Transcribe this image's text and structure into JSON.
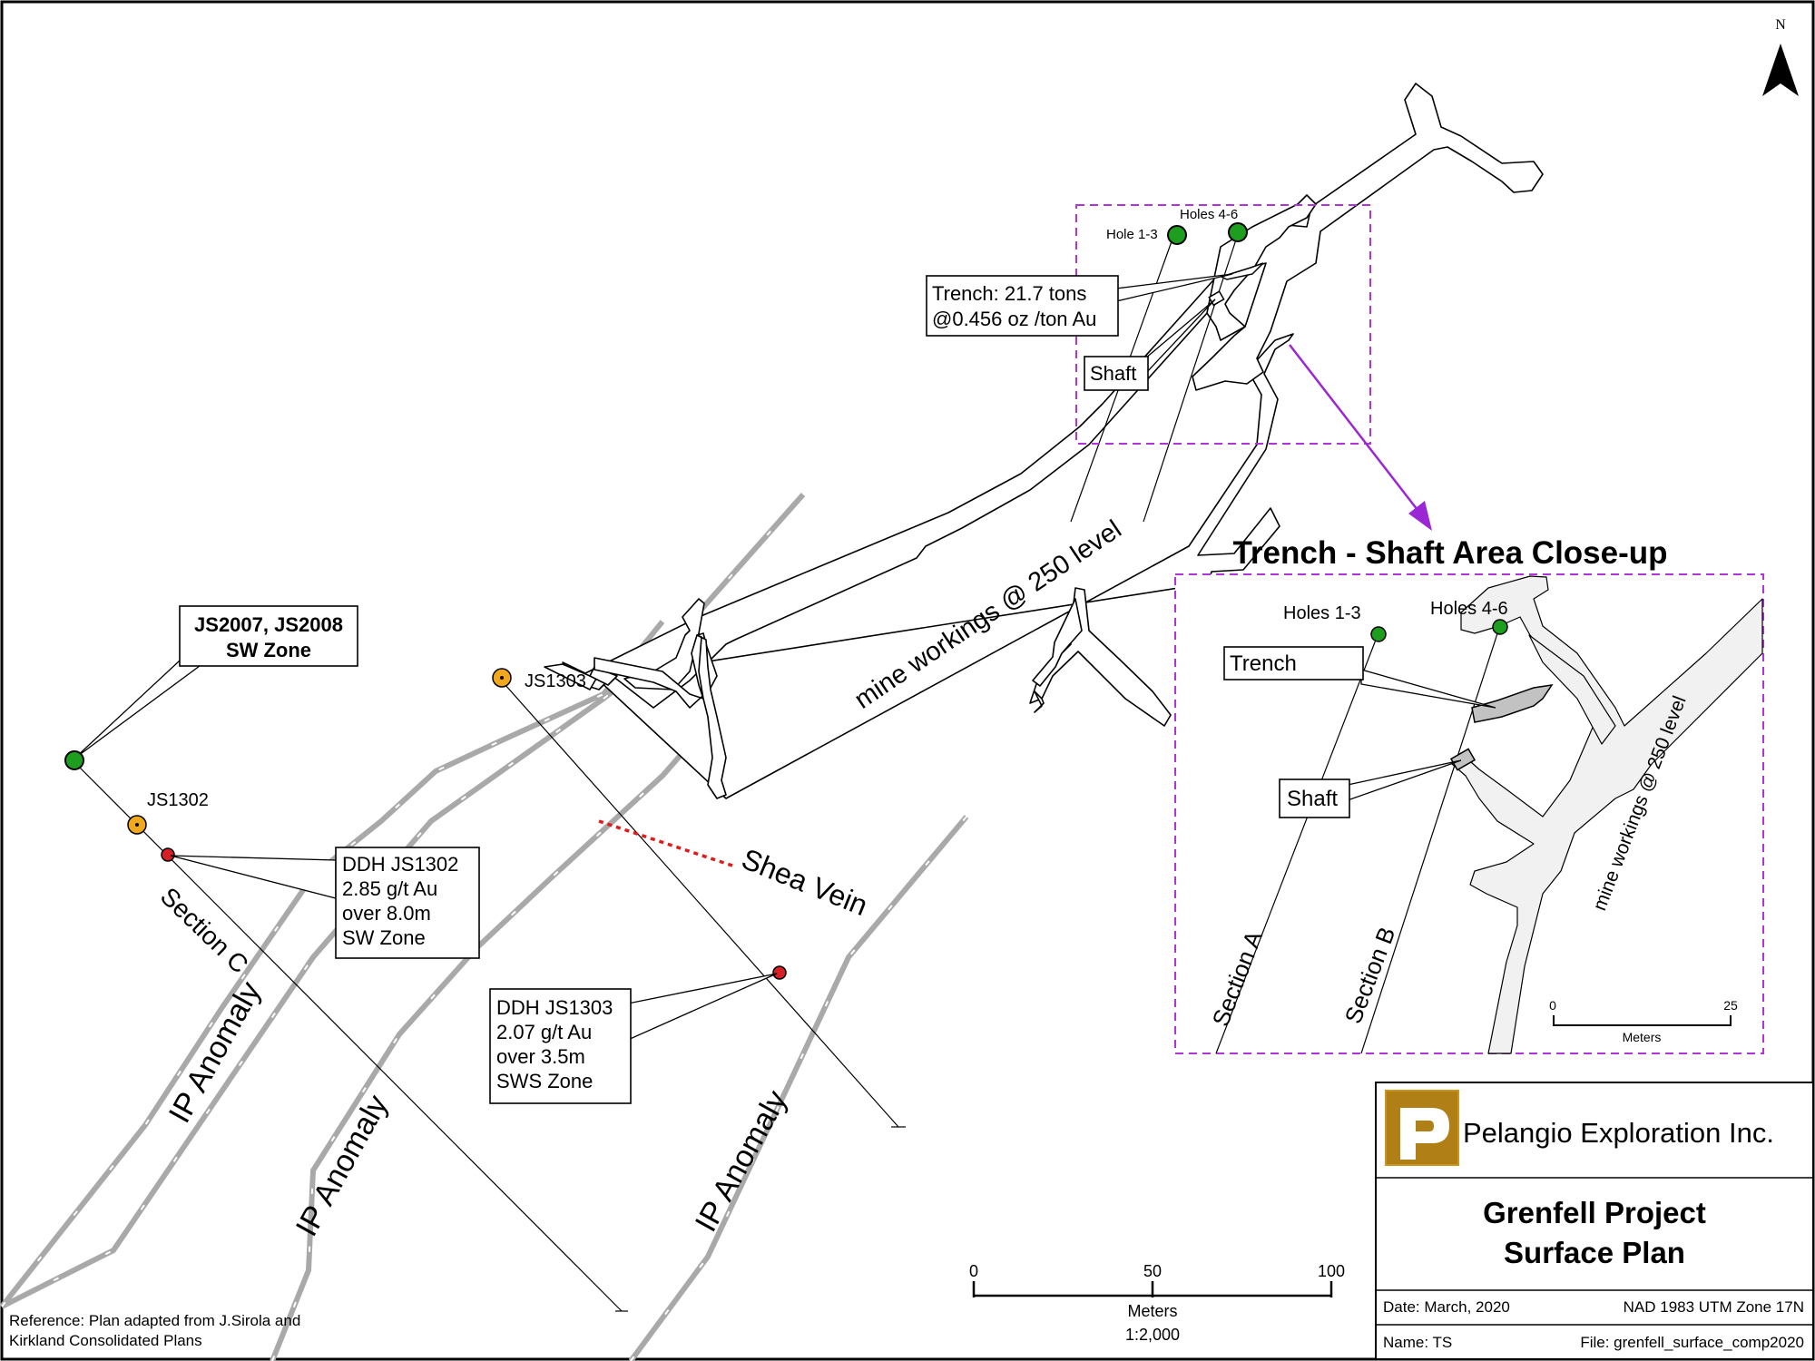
{
  "north_label": "N",
  "boreholes": {
    "js2007_label": "JS2007, JS2008",
    "sw_zone_label": "SW Zone",
    "js1302_label": "JS1302",
    "js1303_label": "JS1303",
    "hole13_label": "Hole 1-3",
    "holes46_label": "Holes 4-6"
  },
  "callouts": {
    "ddh1302": [
      "DDH JS1302",
      "2.85 g/t Au",
      "over 8.0m",
      "SW Zone"
    ],
    "ddh1303": [
      "DDH JS1303",
      "2.07 g/t Au",
      "over 3.5m",
      "SWS Zone"
    ],
    "trench_main": [
      "Trench: 21.7 tons",
      "@0.456 oz /ton Au"
    ],
    "shaft_main": "Shaft"
  },
  "features": {
    "section_c": "Section C",
    "ip_anomaly": "IP Anomaly",
    "shea_vein": "Shea Vein",
    "mine_workings": "mine workings @ 250 level"
  },
  "inset": {
    "title": "Trench - Shaft Area Close-up",
    "holes13": "Holes 1-3",
    "holes46": "Holes 4-6",
    "trench": "Trench",
    "shaft": "Shaft",
    "section_a": "Section A",
    "section_b": "Section B",
    "mine_workings": "mine workings @ 250 level",
    "scale_start": "0",
    "scale_end": "25",
    "scale_units": "Meters"
  },
  "scale_bar": {
    "tick0": "0",
    "tick50": "50",
    "tick100": "100",
    "units": "Meters",
    "ratio": "1:2,000"
  },
  "reference": [
    "Reference: Plan adapted from J.Sirola  and",
    "Kirkland Consolidated Plans"
  ],
  "title_block": {
    "company": "Pelangio Exploration Inc.",
    "title_line1": "Grenfell Project",
    "title_line2": "Surface Plan",
    "date": "Date: March, 2020",
    "datum": "NAD 1983 UTM Zone 17N",
    "name": "Name: TS",
    "file": "File: grenfell_surface_comp2020"
  },
  "colors": {
    "green_hole": "#1e9e1e",
    "orange_hole": "#f2a81d",
    "red_hole": "#d61f26",
    "inset_border": "#b233d8",
    "shea_vein": "#e01b1b",
    "ip_line": "#a9a9a9",
    "logo_gold": "#c8951e"
  }
}
